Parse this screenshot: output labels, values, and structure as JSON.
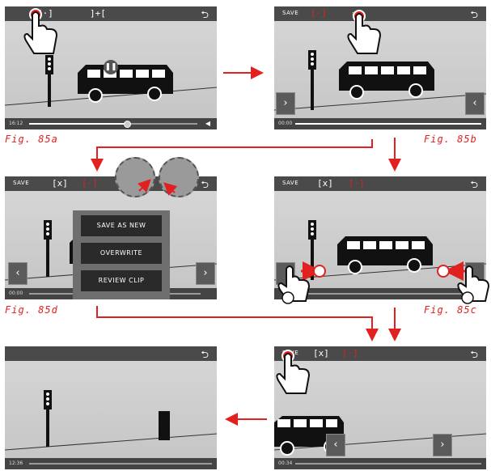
{
  "screens": {
    "a": {
      "top_icon_1": "[·]",
      "top_icon_2": "]+[",
      "time": "16:12"
    },
    "b": {
      "save": "SAVE",
      "time": "00:00"
    },
    "c": {
      "save": "SAVE",
      "marker_icon": "[x]"
    },
    "d": {
      "save": "SAVE",
      "marker_icon": "[x]",
      "time": "00:00"
    },
    "e": {
      "save": "SAVE",
      "marker_icon": "[x]",
      "time": "00:34"
    },
    "f": {
      "time": "12:36",
      "menu": [
        "SAVE AS NEW",
        "OVERWRITE",
        "REVIEW CLIP"
      ]
    }
  },
  "captions": {
    "fig_a": "Fig. 85a",
    "fig_b": "Fig. 85b",
    "fig_c": "Fig. 85c",
    "fig_d": "Fig. 85d"
  },
  "colors": {
    "accent": "#e1211f",
    "bar": "#4a4a4a",
    "screen": "#cfcfcf",
    "bus": "#111111"
  },
  "icons": [
    "tap-hand-icon",
    "back-arrow-icon",
    "pause-icon",
    "speaker-icon",
    "arrow-left-icon",
    "arrow-right-icon",
    "timer-icon"
  ],
  "playback_progress": 0.58
}
